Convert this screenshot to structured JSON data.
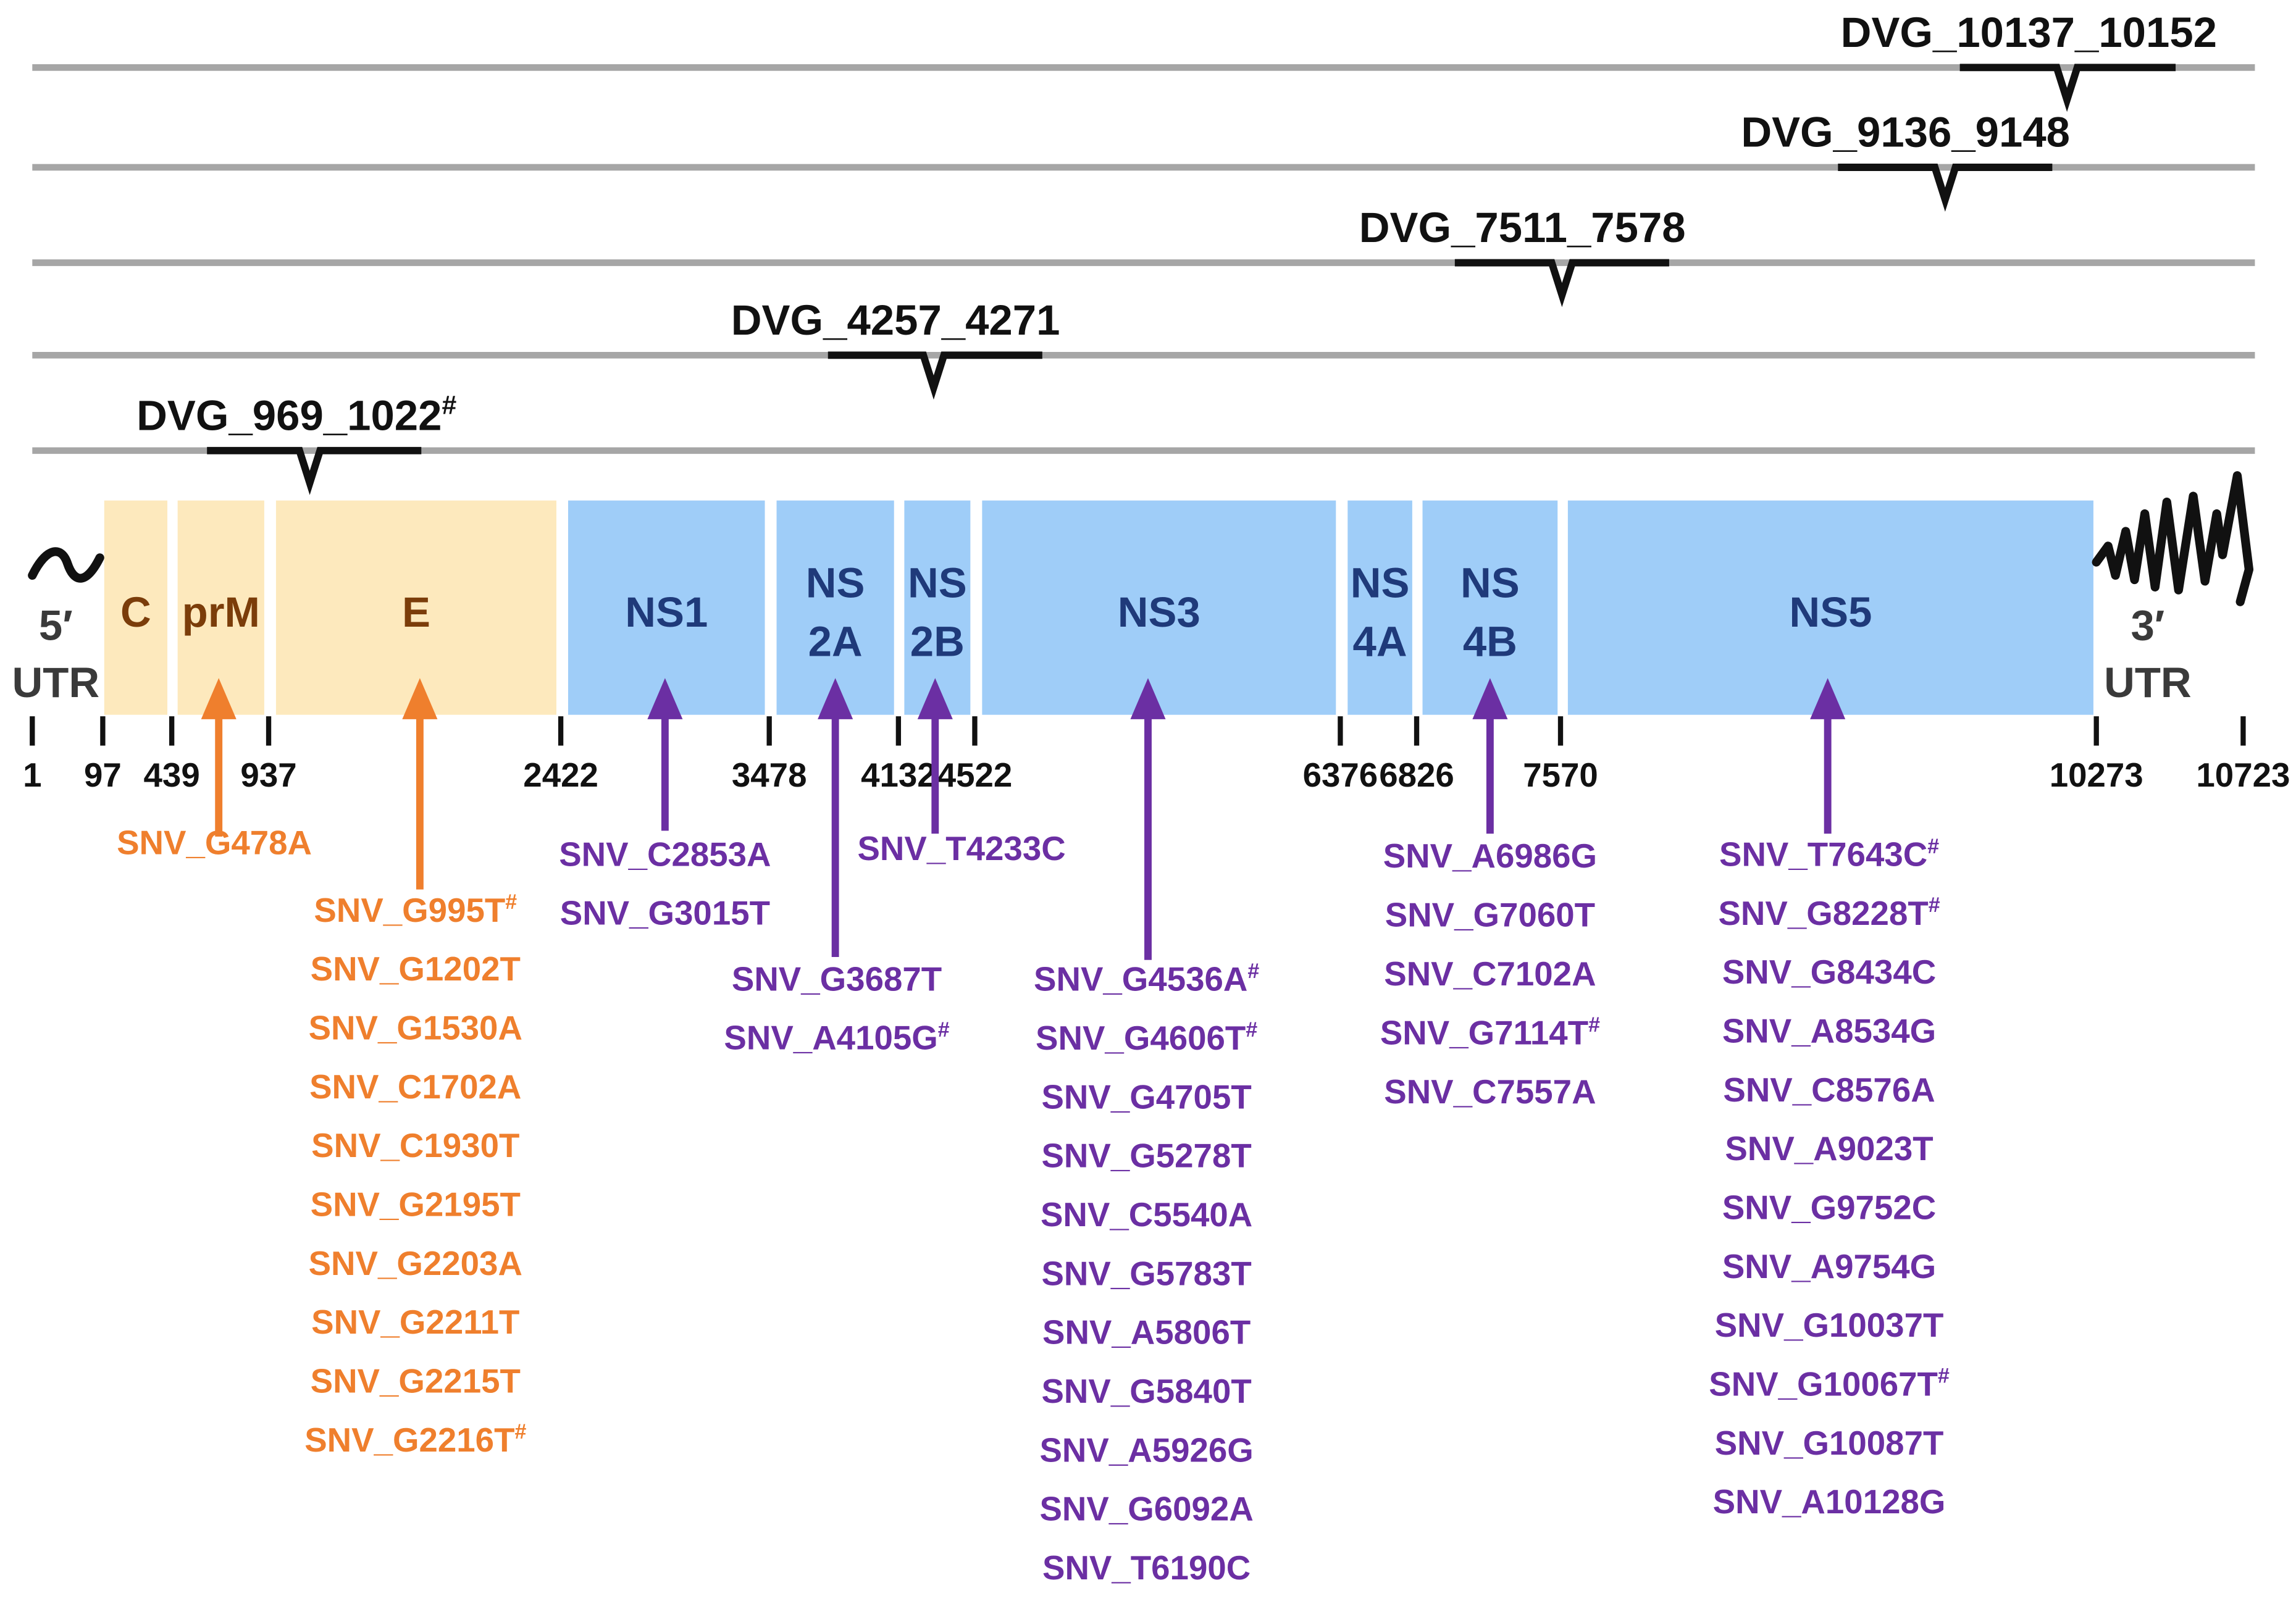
{
  "genome": {
    "segments": [
      {
        "id": "c",
        "label_lines": [
          "C"
        ],
        "type": "structural"
      },
      {
        "id": "prm",
        "label_lines": [
          "prM"
        ],
        "type": "structural"
      },
      {
        "id": "e",
        "label_lines": [
          "E"
        ],
        "type": "structural"
      },
      {
        "id": "ns1",
        "label_lines": [
          "NS1"
        ],
        "type": "nonstructural"
      },
      {
        "id": "ns2a",
        "label_lines": [
          "NS",
          "2A"
        ],
        "type": "nonstructural"
      },
      {
        "id": "ns2b",
        "label_lines": [
          "NS",
          "2B"
        ],
        "type": "nonstructural"
      },
      {
        "id": "ns3",
        "label_lines": [
          "NS3"
        ],
        "type": "nonstructural"
      },
      {
        "id": "ns4a",
        "label_lines": [
          "NS",
          "4A"
        ],
        "type": "nonstructural"
      },
      {
        "id": "ns4b",
        "label_lines": [
          "NS",
          "4B"
        ],
        "type": "nonstructural"
      },
      {
        "id": "ns5",
        "label_lines": [
          "NS5"
        ],
        "type": "nonstructural"
      }
    ],
    "utr5": [
      "5′",
      "UTR"
    ],
    "utr3": [
      "3′",
      "UTR"
    ],
    "positions": [
      "1",
      "97",
      "439",
      "937",
      "2422",
      "3478",
      "4132",
      "4522",
      "6376",
      "6826",
      "7570",
      "10273",
      "10723"
    ]
  },
  "dvgs": [
    {
      "label": "DVG_969_1022",
      "mark": "#"
    },
    {
      "label": "DVG_4257_4271",
      "mark": ""
    },
    {
      "label": "DVG_7511_7578",
      "mark": ""
    },
    {
      "label": "DVG_9136_9148",
      "mark": ""
    },
    {
      "label": "DVG_10137_10152",
      "mark": ""
    }
  ],
  "snv_groups": [
    {
      "segment": "prm",
      "color_key": "orange",
      "items": [
        {
          "t": "SNV_G478A",
          "m": ""
        }
      ]
    },
    {
      "segment": "e",
      "color_key": "orange",
      "items": [
        {
          "t": "SNV_G995T",
          "m": "#"
        },
        {
          "t": "SNV_G1202T",
          "m": ""
        },
        {
          "t": "SNV_G1530A",
          "m": ""
        },
        {
          "t": "SNV_C1702A",
          "m": ""
        },
        {
          "t": "SNV_C1930T",
          "m": ""
        },
        {
          "t": "SNV_G2195T",
          "m": ""
        },
        {
          "t": "SNV_G2203A",
          "m": ""
        },
        {
          "t": "SNV_G2211T",
          "m": ""
        },
        {
          "t": "SNV_G2215T",
          "m": ""
        },
        {
          "t": "SNV_G2216T",
          "m": "#"
        }
      ]
    },
    {
      "segment": "ns1",
      "color_key": "purple",
      "items": [
        {
          "t": "SNV_C2853A",
          "m": ""
        },
        {
          "t": "SNV_G3015T",
          "m": ""
        }
      ]
    },
    {
      "segment": "ns2a",
      "color_key": "purple",
      "items": [
        {
          "t": "SNV_G3687T",
          "m": ""
        },
        {
          "t": "SNV_A4105G",
          "m": "#"
        }
      ]
    },
    {
      "segment": "ns2b",
      "color_key": "purple",
      "items": [
        {
          "t": "SNV_T4233C",
          "m": ""
        }
      ]
    },
    {
      "segment": "ns3",
      "color_key": "purple",
      "items": [
        {
          "t": "SNV_G4536A",
          "m": "#"
        },
        {
          "t": "SNV_G4606T",
          "m": "#"
        },
        {
          "t": "SNV_G4705T",
          "m": ""
        },
        {
          "t": "SNV_G5278T",
          "m": ""
        },
        {
          "t": "SNV_C5540A",
          "m": ""
        },
        {
          "t": "SNV_G5783T",
          "m": ""
        },
        {
          "t": "SNV_A5806T",
          "m": ""
        },
        {
          "t": "SNV_G5840T",
          "m": ""
        },
        {
          "t": "SNV_A5926G",
          "m": ""
        },
        {
          "t": "SNV_G6092A",
          "m": ""
        },
        {
          "t": "SNV_T6190C",
          "m": ""
        }
      ]
    },
    {
      "segment": "ns4b",
      "color_key": "purple",
      "items": [
        {
          "t": "SNV_A6986G",
          "m": ""
        },
        {
          "t": "SNV_G7060T",
          "m": ""
        },
        {
          "t": "SNV_C7102A",
          "m": ""
        },
        {
          "t": "SNV_G7114T",
          "m": "#"
        },
        {
          "t": "SNV_C7557A",
          "m": ""
        }
      ]
    },
    {
      "segment": "ns5",
      "color_key": "purple",
      "items": [
        {
          "t": "SNV_T7643C",
          "m": "#"
        },
        {
          "t": "SNV_G8228T",
          "m": "#"
        },
        {
          "t": "SNV_G8434C",
          "m": ""
        },
        {
          "t": "SNV_A8534G",
          "m": ""
        },
        {
          "t": "SNV_C8576A",
          "m": ""
        },
        {
          "t": "SNV_A9023T",
          "m": ""
        },
        {
          "t": "SNV_G9752C",
          "m": ""
        },
        {
          "t": "SNV_A9754G",
          "m": ""
        },
        {
          "t": "SNV_G10037T",
          "m": ""
        },
        {
          "t": "SNV_G10067T",
          "m": "#"
        },
        {
          "t": "SNV_G10087T",
          "m": ""
        },
        {
          "t": "SNV_A10128G",
          "m": ""
        }
      ]
    }
  ],
  "colors": {
    "structural": "#fde9bd",
    "nonstructural": "#9fcdf8",
    "structural_text": "#7b3d0a",
    "nonstructural_text": "#1f3a7a",
    "orange": "#ef7f2d",
    "purple": "#6b2fa3",
    "track_line": "#a6a6a6",
    "ink": "#111111",
    "utr_text": "#3a3a3a"
  }
}
